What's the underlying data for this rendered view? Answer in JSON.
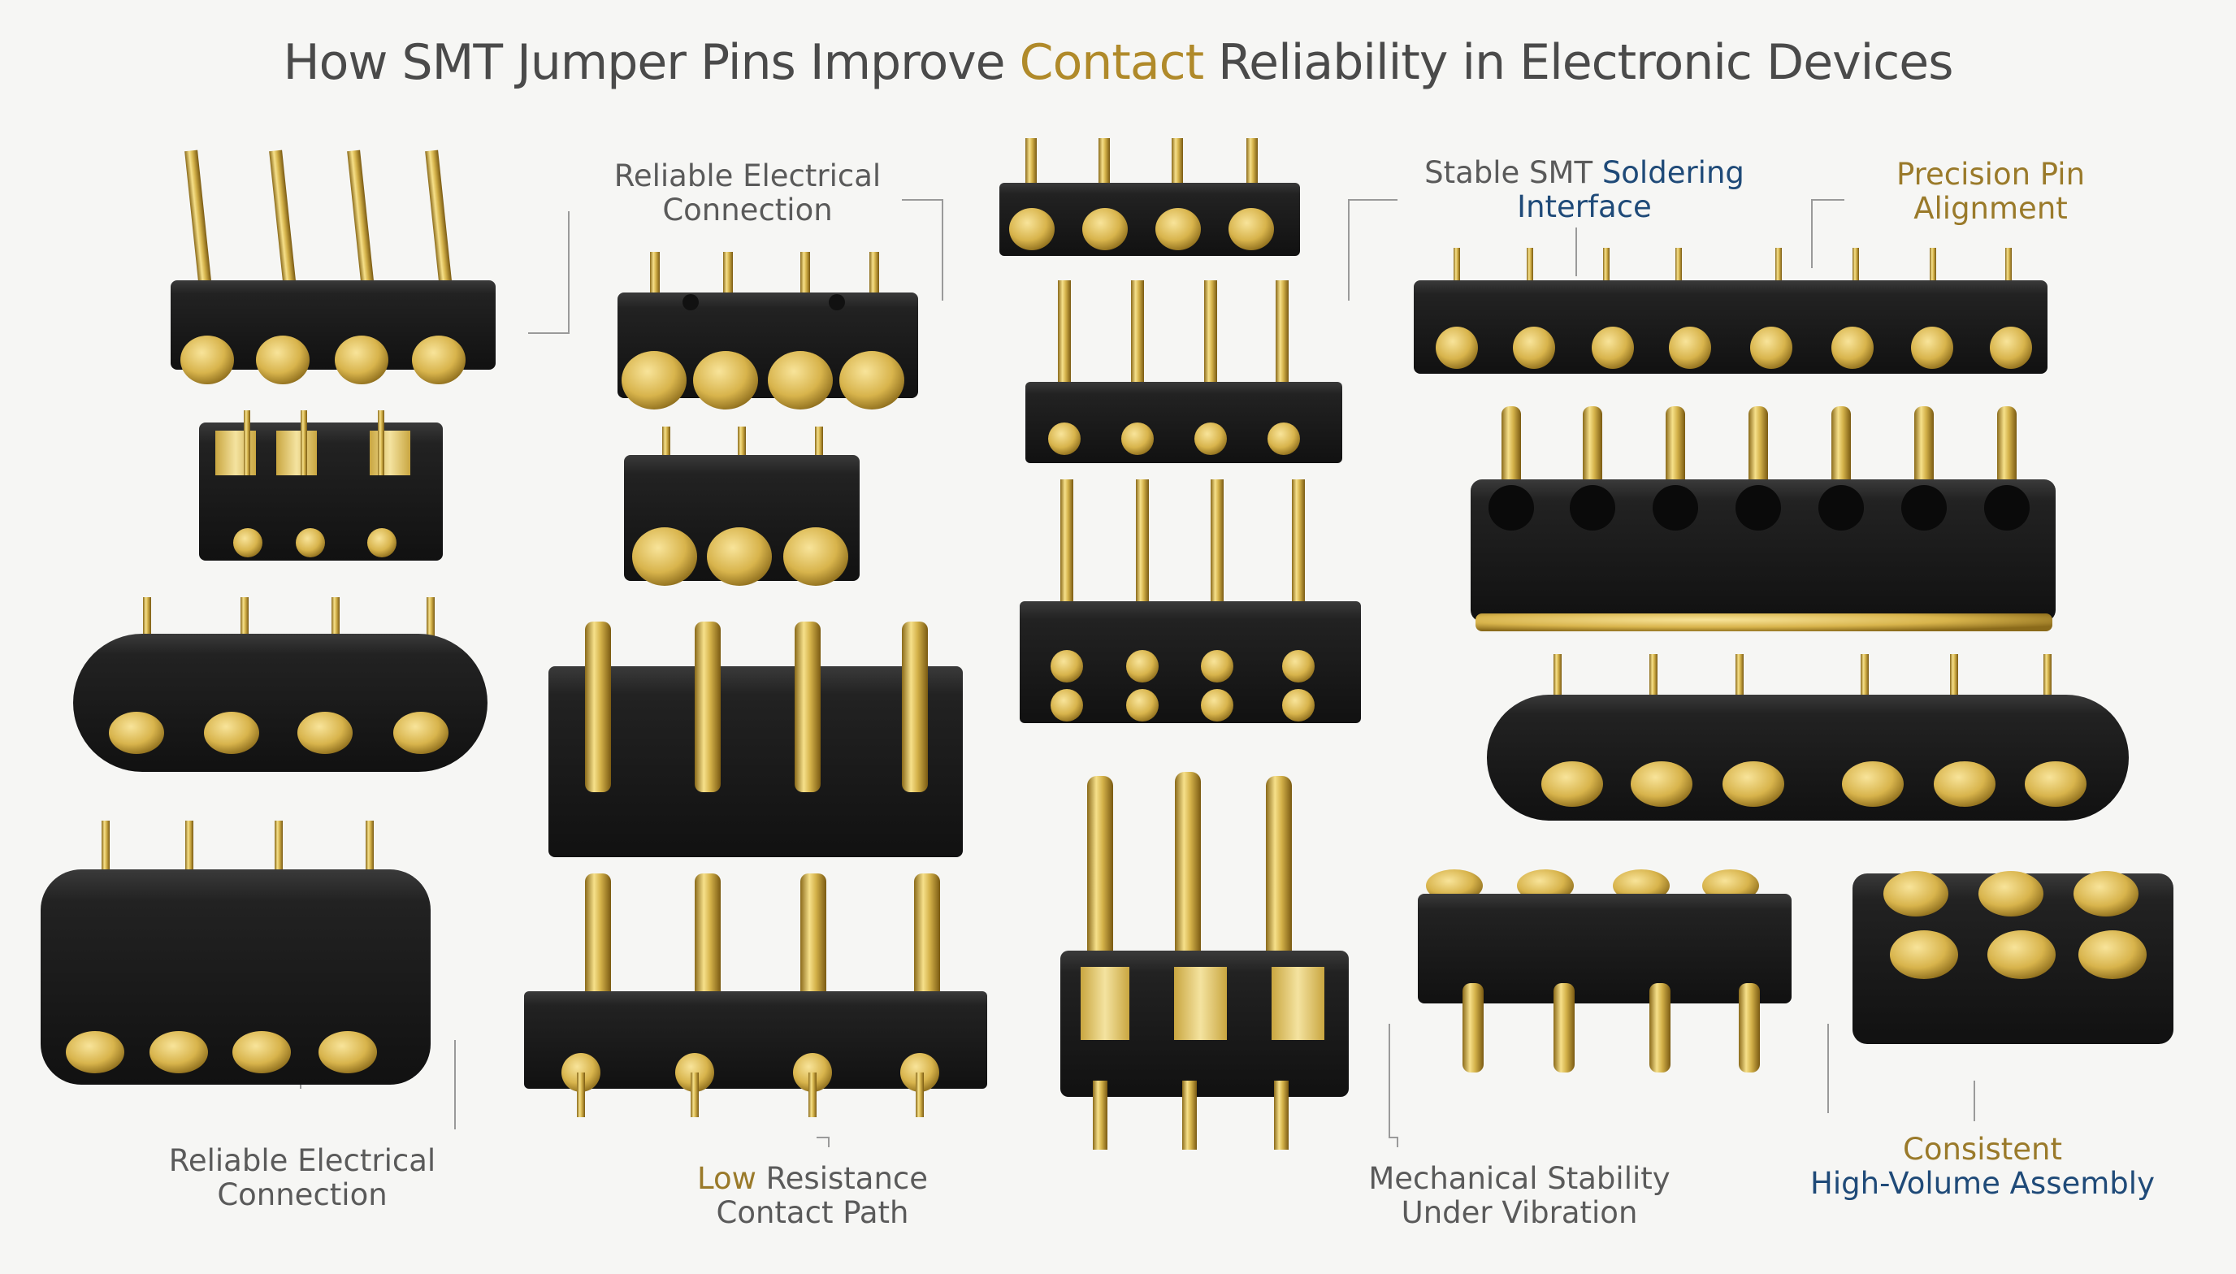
{
  "title": {
    "before": "How SMT Jumper Pins Improve ",
    "highlight": "Contact",
    "after": " Reliability in Electronic Devices"
  },
  "labels": {
    "top_left": [
      "Reliable Electrical",
      "Connection"
    ],
    "top_mid": {
      "part1": "Stable SMT ",
      "part2": "Soldering",
      "line2": "Interface"
    },
    "top_right": [
      "Precision Pin",
      "Alignment"
    ],
    "bottom_left": [
      "Reliable Electrical",
      "Connection"
    ],
    "bottom_mid_left": {
      "part1": "Low",
      "part2": " Resistance",
      "line2": "Contact Path"
    },
    "bottom_mid_right": [
      "Mechanical Stability",
      "Under Vibration"
    ],
    "bottom_right": [
      "Consistent",
      "High-Volume Assembly"
    ]
  },
  "colors": {
    "housing": "#1c1c1c",
    "gold": "#d4b24a",
    "title_highlight": "#b08a2a",
    "label_blue": "#1f4a78"
  }
}
